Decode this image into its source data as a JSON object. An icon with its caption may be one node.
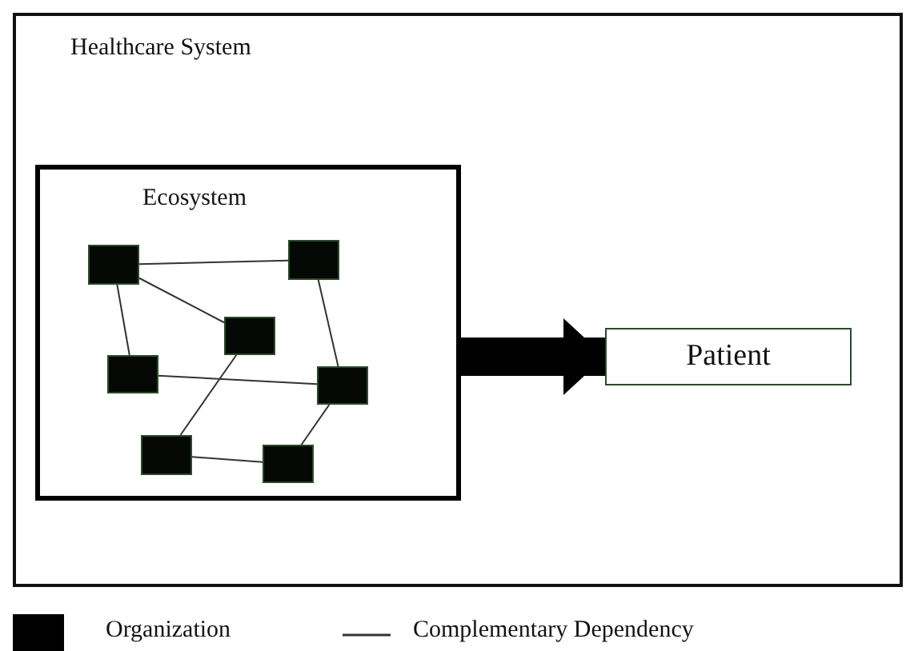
{
  "diagram": {
    "nodes": [
      {
        "text": [
          "Healthcare System"
        ]
      },
      {
        "text": [
          "Ecosystem"
        ],
        "in": 0
      },
      {
        "text": [],
        "shape": "box",
        "in": 1
      },
      {
        "text": [],
        "shape": "box",
        "in": 1
      },
      {
        "text": [],
        "shape": "box",
        "in": 1
      },
      {
        "text": [],
        "shape": "box",
        "in": 1
      },
      {
        "text": [],
        "shape": "box",
        "in": 1
      },
      {
        "text": [],
        "shape": "box",
        "in": 1
      },
      {
        "text": [],
        "shape": "box",
        "in": 1
      },
      {
        "text": [
          "Patient"
        ],
        "in": 0
      }
    ],
    "edges": [
      {
        "from": 2,
        "to": 3,
        "arrow": "none"
      },
      {
        "from": 2,
        "to": 4,
        "arrow": "none"
      },
      {
        "from": 2,
        "to": 5,
        "arrow": "none"
      },
      {
        "from": 3,
        "to": 6,
        "arrow": "none"
      },
      {
        "from": 4,
        "to": 7,
        "arrow": "none"
      },
      {
        "from": 5,
        "to": 6,
        "arrow": "none"
      },
      {
        "from": 6,
        "to": 8,
        "arrow": "none"
      },
      {
        "from": 7,
        "to": 8,
        "arrow": "none"
      },
      {
        "from": 1,
        "to": 9,
        "arrow": "to",
        "style": "thick"
      }
    ],
    "legend": [
      {
        "text": "Organization",
        "color": "#000000"
      },
      {
        "text": "Complementary Dependency"
      }
    ]
  }
}
